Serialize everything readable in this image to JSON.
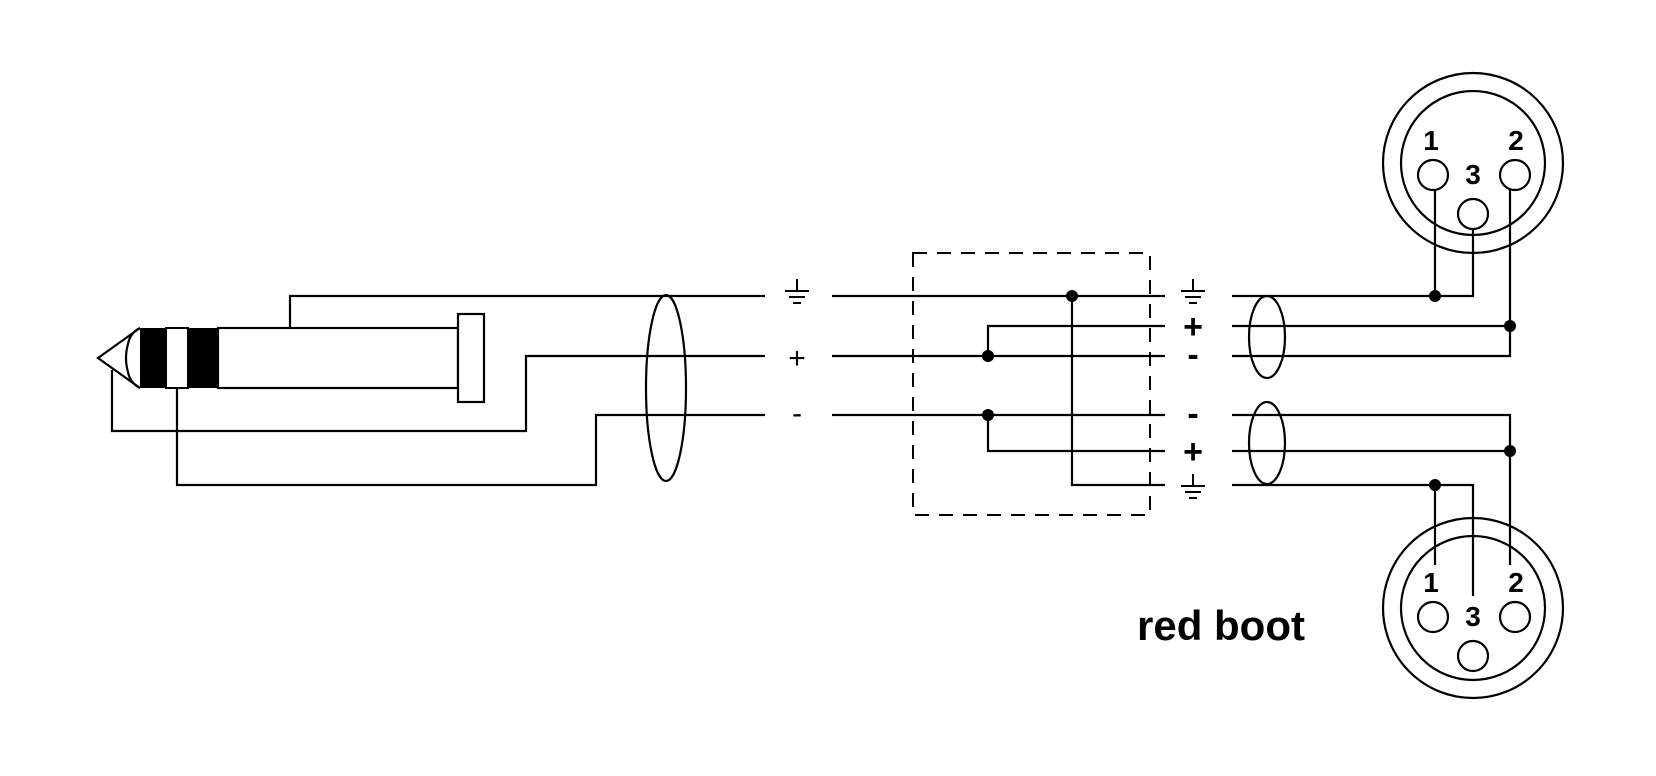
{
  "left_labels": {
    "ground": "⏚",
    "plus": "+",
    "minus": "-"
  },
  "right_labels": {
    "upper": {
      "ground": "⏚",
      "plus": "+",
      "minus": "-"
    },
    "lower": {
      "minus": "-",
      "plus": "+",
      "ground": "⏚"
    }
  },
  "xlr_top": {
    "pin1": "1",
    "pin2": "2",
    "pin3": "3"
  },
  "xlr_bottom": {
    "pin1": "1",
    "pin2": "2",
    "pin3": "3"
  },
  "caption": "red boot"
}
